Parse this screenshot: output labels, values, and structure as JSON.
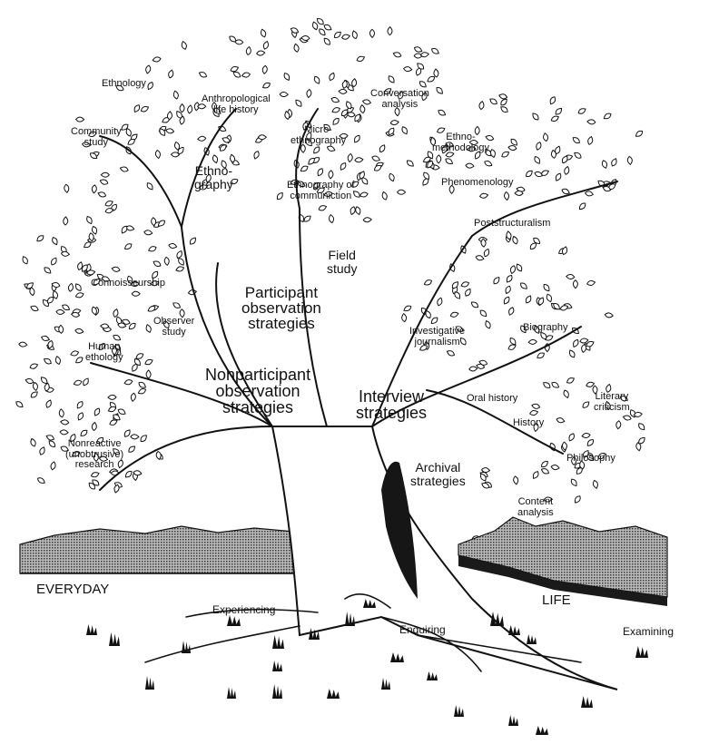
{
  "labels": {
    "ethnology": "Ethnology",
    "anthropological_life_history": "Anthropological\nlife history",
    "conversation_analysis": "Conversation\nanalysis",
    "community_study": "Community\nstudy",
    "micro_ethnography": "Micro-\nethnography",
    "ethnomethodology": "Ethno-\nmethodology",
    "ethnography": "Ethno-\ngraphy",
    "ethnography_of_communication": "Ethnography of\ncommuniction",
    "phenomenology": "Phenomenology",
    "poststructuralism": "Poststructuralism",
    "field_study": "Field\nstudy",
    "connoisseurship": "Connoisseurship",
    "participant_observation": "Participant\nobservation\nstrategies",
    "observer_study": "Observer\nstudy",
    "investigative_journalism": "Investigative\njournalism",
    "biography": "Biography",
    "human_ethology": "Human\nethology",
    "nonparticipant_observation": "Nonparticipant\nobservation\nstrategies",
    "interview_strategies": "Interview\nstrategies",
    "oral_history": "Oral history",
    "literary_criticism": "Literary\ncriticism",
    "history": "History",
    "nonreactive_research": "Nonreactive\n(unobtrusive)\nresearch",
    "archival_strategies": "Archival\nstrategies",
    "philosophy": "Philosophy",
    "content_analysis": "Content\nanalysis",
    "everyday": "EVERYDAY",
    "life": "LIFE",
    "experiencing": "Experiencing",
    "enquiring": "Enquiring",
    "examining": "Examining"
  }
}
